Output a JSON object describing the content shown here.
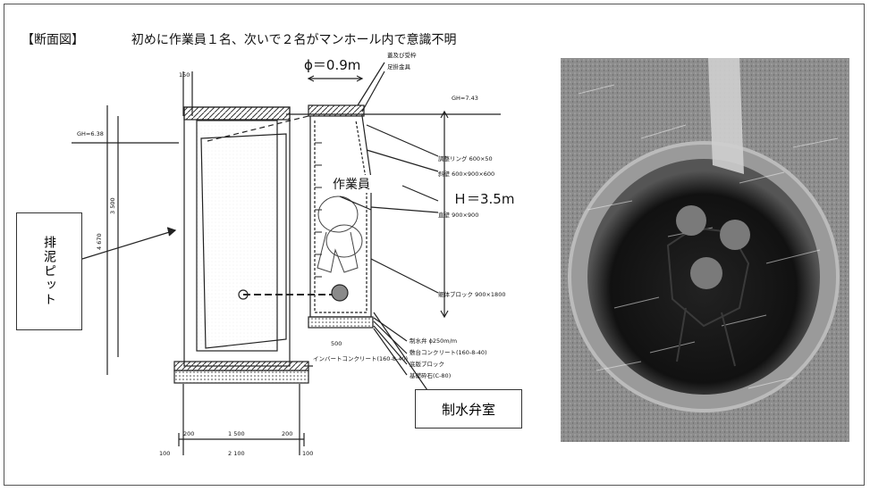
{
  "header": {
    "section_title": "【断面図】",
    "caption": "初めに作業員１名、次いで２名がマンホール内で意識不明"
  },
  "annotations": {
    "diameter": "ϕ＝0.9m",
    "worker": "作業員",
    "height": "Ｈ＝3.5m",
    "mud_pit": "排泥ピット",
    "valve_room": "制水弁室"
  },
  "drawing_labels": {
    "gh_right": "GH=7.43",
    "gh_left": "GH=6.38",
    "ring": "調整リング 600×50",
    "slope": "斜壁 600×900×600",
    "straight": "直壁 900×900",
    "base_block": "躯体ブロック 900×1800",
    "valve": "制水弁 ϕ250m/m",
    "concrete": "敷台コンクリート(160-8-40)",
    "floor_block": "底版ブロック",
    "gravel": "基礎砕石(C-80)",
    "invert": "インバートコンクリート(160-8-40)",
    "cover": "蓋及び受枠",
    "rung": "足掛金具",
    "dim_500": "500",
    "dim_200a": "200",
    "dim_1500": "1 500",
    "dim_200b": "200",
    "dim_2100": "2 100",
    "dim_100a": "100",
    "dim_100b": "100",
    "dim_4670": "4 670",
    "dim_3500": "3 500",
    "dim_150": "150"
  },
  "colors": {
    "line": "#222222",
    "marker": "#777777"
  }
}
